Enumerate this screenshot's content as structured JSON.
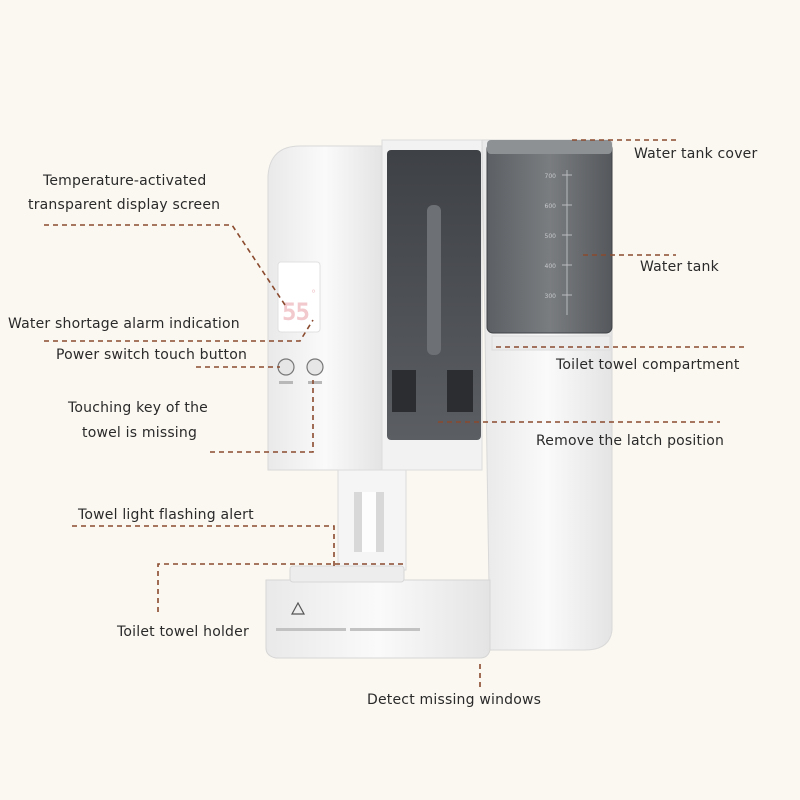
{
  "labels": {
    "water_tank_cover": "Water tank cover",
    "display_screen_line1": "Temperature-activated",
    "display_screen_line2": "transparent display screen",
    "water_tank": "Water tank",
    "water_shortage_alarm": "Water shortage alarm indication",
    "power_switch": "Power switch touch button",
    "toilet_towel_compartment": "Toilet towel compartment",
    "touching_key_line1": "Touching key of the",
    "touching_key_line2": "towel is missing",
    "remove_latch": "Remove the latch position",
    "towel_light_alert": "Towel light flashing alert",
    "toilet_towel_holder": "Toilet towel holder",
    "detect_missing_windows": "Detect missing windows"
  },
  "device": {
    "display_digits": "55",
    "display_unit": "°",
    "tank_scale": [
      "700",
      "600",
      "500",
      "400",
      "300"
    ]
  },
  "colors": {
    "background": "#fbf8f1",
    "leader_line": "#8a4a2e",
    "device_body": "#f4f4f4",
    "tinted_panel": "#4a4d52",
    "label_text": "#2a2a2a"
  }
}
